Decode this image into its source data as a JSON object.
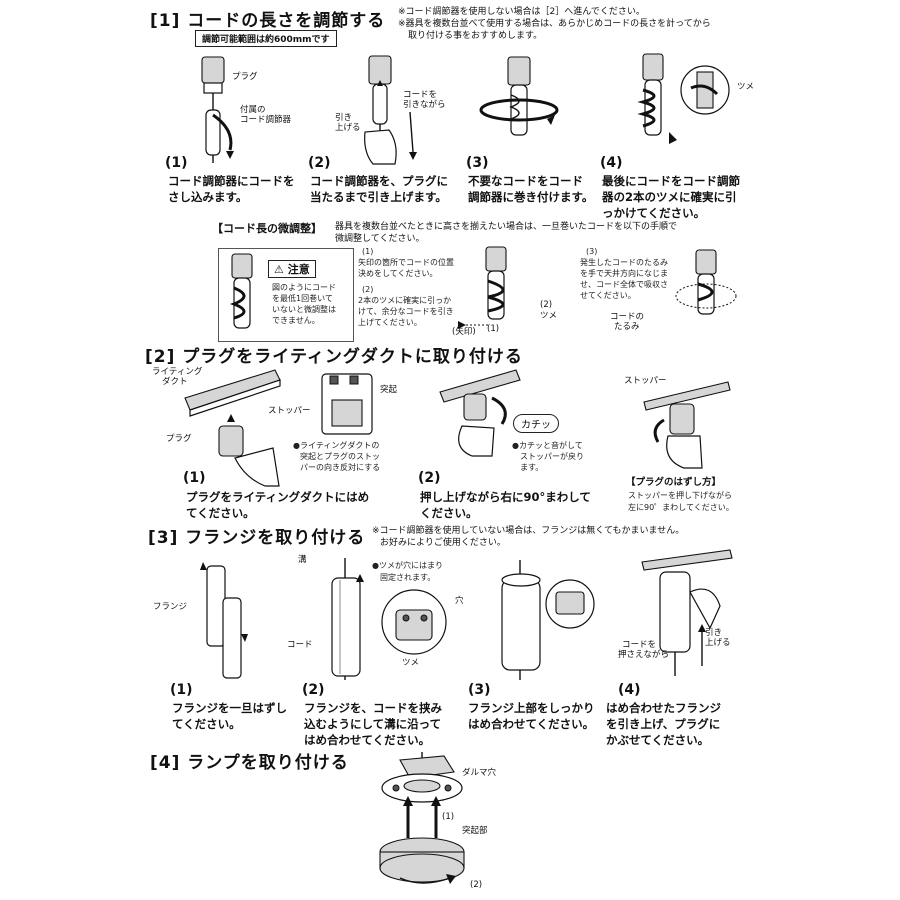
{
  "s1": {
    "title": "[1]  コードの長さを調節する",
    "note1": "※コード調節器を使用しない場合は［2］へ進んでください。",
    "note2": "※器具を複数台並べて使用する場合は、あらかじめコードの長さを計ってから",
    "note3": "取り付ける事をおすすめします。",
    "range": "調節可能範囲は約600mmです",
    "lbl_plug": "プラグ",
    "lbl_adj1": "付属の",
    "lbl_adj2": "コード調節器",
    "lbl_pull1": "コードを",
    "lbl_pull2": "引きながら",
    "lbl_up1": "引き",
    "lbl_up2": "上げる",
    "lbl_tsume": "ツメ",
    "steps": [
      {
        "num": "(1)",
        "l1": "コード調節器にコードを",
        "l2": "さし込みます。",
        "l3": ""
      },
      {
        "num": "(2)",
        "l1": "コード調節器を、プラグに",
        "l2": "当たるまで引き上げます。",
        "l3": ""
      },
      {
        "num": "(3)",
        "l1": "不要なコードをコード",
        "l2": "調節器に巻き付けます。",
        "l3": ""
      },
      {
        "num": "(4)",
        "l1": "最後にコードをコード調節",
        "l2": "器の2本のツメに確実に引",
        "l3": "っかけてください。"
      }
    ]
  },
  "fine": {
    "heading": "【コード長の微調整】",
    "desc1": "器具を複数台並べたときに高さを揃えたい場合は、一旦巻いたコードを以下の手順で",
    "desc2": "微調整してください。",
    "caution": "注意",
    "c1": "図のようにコード",
    "c2": "を最低1回巻いて",
    "c3": "いないと微調整は",
    "c4": "できません。",
    "p1n": "(1)",
    "p1a": "矢印の箇所でコードの位置",
    "p1b": "決めをしてください。",
    "p2n": "(2)",
    "p2a": "2本のツメに確実に引っか",
    "p2b": "けて、余分なコードを引き",
    "p2c": "上げてください。",
    "lbl_2": "(2)",
    "lbl_tsume": "ツメ",
    "lbl_arrow": "(矢印)",
    "lbl_1": "(1)",
    "p3n": "(3)",
    "p3a": "発生したコードのたるみ",
    "p3b": "を手で天井方向になじま",
    "p3c": "せ、コード全体で吸収さ",
    "p3d": "せてください。",
    "slack1": "コードの",
    "slack2": "たるみ"
  },
  "s2": {
    "title": "[2]  プラグをライティングダクトに取り付ける",
    "duct1": "ライティング",
    "duct2": "ダクト",
    "plug": "プラグ",
    "stopper": "ストッパー",
    "protrusion": "突起",
    "b1a": "●ライティングダクトの",
    "b1b": "突起とプラグのストッ",
    "b1c": "パーの向き反対にする",
    "click": "カチッ",
    "b2a": "●カチッと音がして",
    "b2b": "ストッパーが戻り",
    "b2c": "ます。",
    "stopper2": "ストッパー",
    "step1num": "(1)",
    "step1a": "プラグをライティングダクトにはめ",
    "step1b": "てください。",
    "step2num": "(2)",
    "step2a": "押し上げながら右に90°まわして",
    "step2b": "ください。",
    "remove_head": "【プラグのはずし方】",
    "remove1": "ストッパーを押し下げながら",
    "remove2": "左に90゜まわしてください。"
  },
  "s3": {
    "title": "[3]  フランジを取り付ける",
    "note1": "※コード調節器を使用していない場合は、フランジは無くてもかまいません。",
    "note2": "お好みによりご使用ください。",
    "flange": "フランジ",
    "groove": "溝",
    "cord": "コード",
    "hole": "穴",
    "tsume": "ツメ",
    "fix1": "●ツメが穴にはまり",
    "fix2": "固定されます。",
    "hold1": "コードを",
    "hold2": "押さえながら",
    "up1": "引き",
    "up2": "上げる",
    "steps": [
      {
        "num": "(1)",
        "l1": "フランジを一旦はずし",
        "l2": "てください。",
        "l3": ""
      },
      {
        "num": "(2)",
        "l1": "フランジを、コードを挟み",
        "l2": "込むようにして溝に沿って",
        "l3": "はめ合わせてください。"
      },
      {
        "num": "(3)",
        "l1": "フランジ上部をしっかり",
        "l2": "はめ合わせてください。",
        "l3": ""
      },
      {
        "num": "(4)",
        "l1": "はめ合わせたフランジ",
        "l2": "を引き上げ、プラグに",
        "l3": "かぶせてください。"
      }
    ]
  },
  "s4": {
    "title": "[4]  ランプを取り付ける",
    "daruma": "ダルマ穴",
    "n1": "(1)",
    "protrusion": "突起部",
    "n2": "(2)"
  }
}
